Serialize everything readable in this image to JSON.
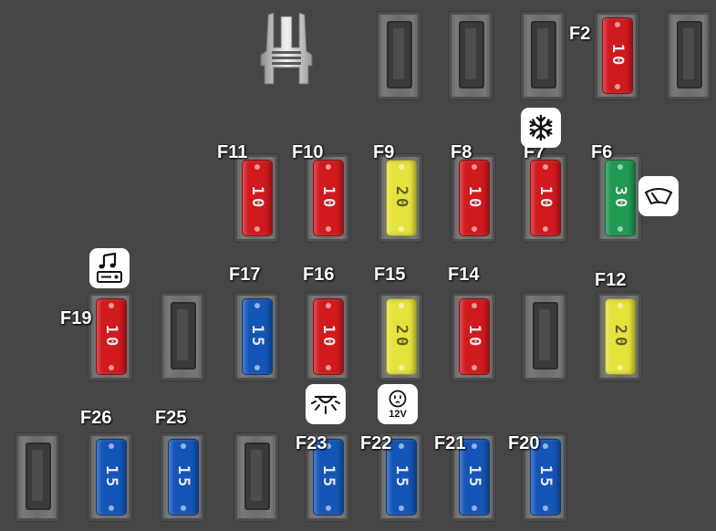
{
  "fuse_box": {
    "fuse_colors": {
      "red_10": "#d11a1e",
      "yellow_20": "#e6e23c",
      "green_30": "#1f9a52",
      "blue_15": "#1456b8"
    },
    "fuses": [
      {
        "id": "F2",
        "label": "F2",
        "rating": "10",
        "color": "#d11a1e"
      },
      {
        "id": "F11",
        "label": "F11",
        "rating": "10",
        "color": "#d11a1e"
      },
      {
        "id": "F10",
        "label": "F10",
        "rating": "10",
        "color": "#d11a1e"
      },
      {
        "id": "F9",
        "label": "F9",
        "rating": "20",
        "color": "#e6e23c"
      },
      {
        "id": "F8",
        "label": "F8",
        "rating": "10",
        "color": "#d11a1e"
      },
      {
        "id": "F7",
        "label": "F7",
        "rating": "10",
        "color": "#d11a1e"
      },
      {
        "id": "F6",
        "label": "F6",
        "rating": "30",
        "color": "#1f9a52"
      },
      {
        "id": "F19",
        "label": "F19",
        "rating": "10",
        "color": "#d11a1e"
      },
      {
        "id": "F17",
        "label": "F17",
        "rating": "15",
        "color": "#1456b8"
      },
      {
        "id": "F16",
        "label": "F16",
        "rating": "10",
        "color": "#d11a1e"
      },
      {
        "id": "F15",
        "label": "F15",
        "rating": "20",
        "color": "#e6e23c"
      },
      {
        "id": "F14",
        "label": "F14",
        "rating": "10",
        "color": "#d11a1e"
      },
      {
        "id": "F12",
        "label": "F12",
        "rating": "20",
        "color": "#e6e23c"
      },
      {
        "id": "F26",
        "label": "F26",
        "rating": "15",
        "color": "#1456b8"
      },
      {
        "id": "F25",
        "label": "F25",
        "rating": "15",
        "color": "#1456b8"
      },
      {
        "id": "F23",
        "label": "F23",
        "rating": "15",
        "color": "#1456b8"
      },
      {
        "id": "F22",
        "label": "F22",
        "rating": "15",
        "color": "#1456b8"
      },
      {
        "id": "F21",
        "label": "F21",
        "rating": "15",
        "color": "#1456b8"
      },
      {
        "id": "F20",
        "label": "F20",
        "rating": "15",
        "color": "#1456b8"
      }
    ],
    "icons": [
      {
        "name": "snowflake-icon",
        "fuse": "F7"
      },
      {
        "name": "windshield-wiper-icon",
        "fuse": "F6"
      },
      {
        "name": "radio-icon",
        "fuse": "F19"
      },
      {
        "name": "interior-light-icon",
        "fuse": "F16"
      },
      {
        "name": "power-outlet-icon",
        "fuse": "F15",
        "text": "12V"
      }
    ],
    "puller_icon": "fuse-puller-icon"
  }
}
